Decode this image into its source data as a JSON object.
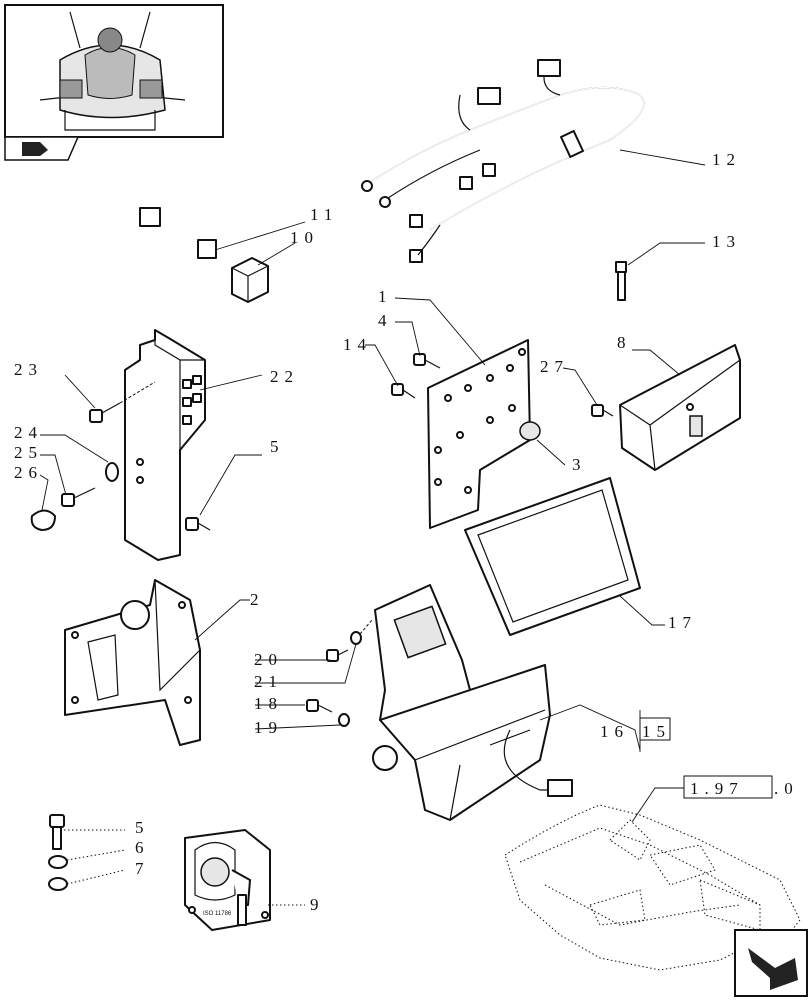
{
  "callouts": {
    "c1": "1",
    "c2": "2",
    "c3": "3",
    "c4": "4",
    "c5a": "5",
    "c5b": "5",
    "c6": "6",
    "c7": "7",
    "c8": "8",
    "c9": "9",
    "c10": "10",
    "c11": "11",
    "c12": "12",
    "c13": "13",
    "c14": "14",
    "c15": "15",
    "c16": "16",
    "c17": "17",
    "c18": "18",
    "c19": "19",
    "c20": "20",
    "c21": "21",
    "c22": "22",
    "c23": "23",
    "c24": "24",
    "c25": "25",
    "c26": "26",
    "c27": "27"
  },
  "reference": {
    "label": "1.97",
    "suffix": ".0"
  },
  "icons": {
    "inset": "tractor-cab-inset-icon",
    "nav_small": "nav-arrow-icon",
    "nav_large": "next-page-arrow-icon",
    "iso_plate_text": "ISO 11786"
  }
}
